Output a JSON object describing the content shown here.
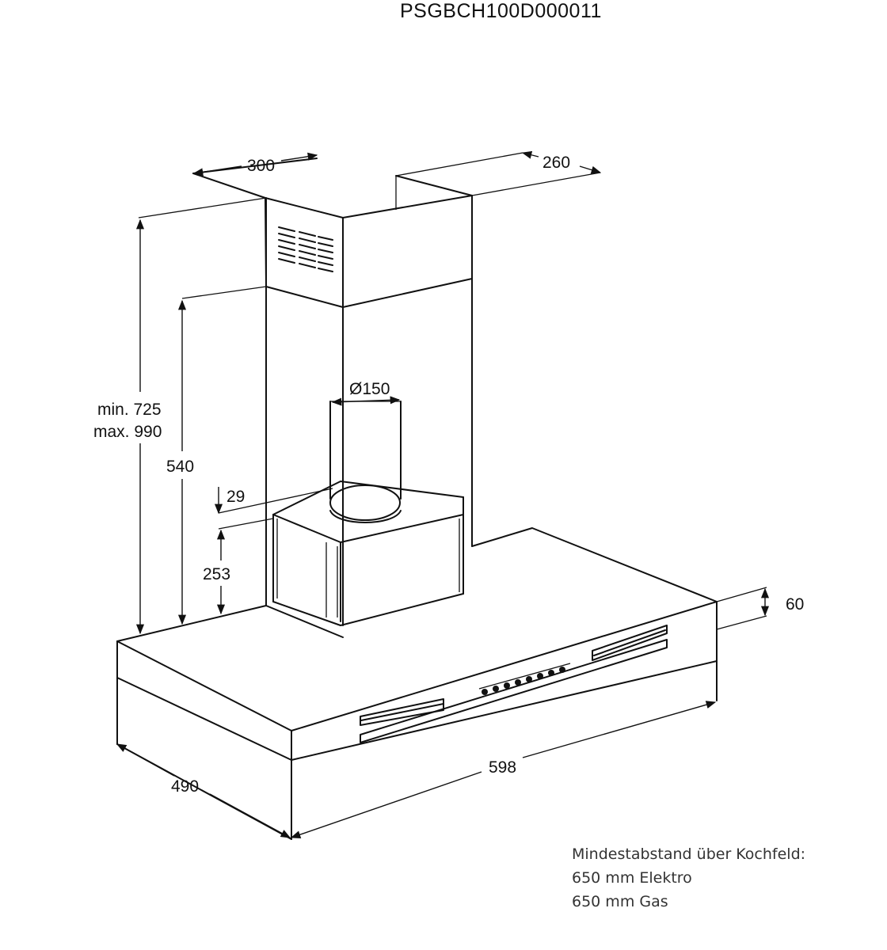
{
  "title": "PSGBCH100D000011",
  "dimensions": {
    "chimney_width": "300",
    "chimney_depth": "260",
    "height_min": "min. 725",
    "height_max": "max. 990",
    "upper_height": "540",
    "offset": "29",
    "motor_height": "253",
    "duct_diameter": "Ø150",
    "hood_thickness": "60",
    "hood_width": "598",
    "hood_depth": "490"
  },
  "note": {
    "line1": "Mindestabstand über Kochfeld:",
    "line2": "650 mm Elektro",
    "line3": "650 mm Gas"
  }
}
